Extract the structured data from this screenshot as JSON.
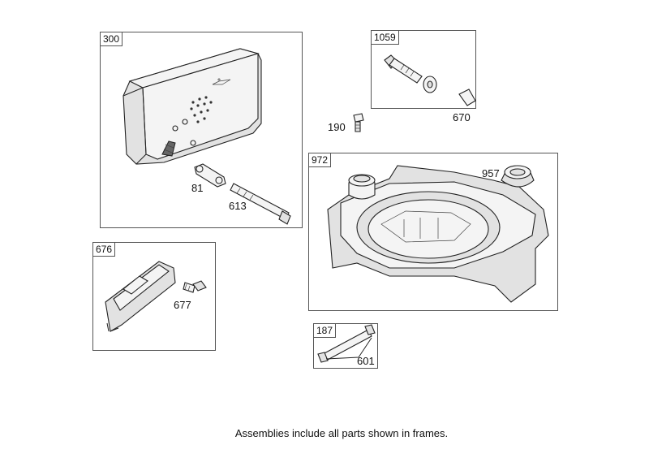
{
  "frames": [
    {
      "tag": "300"
    },
    {
      "tag": "1059"
    },
    {
      "tag": "972"
    },
    {
      "tag": "676"
    },
    {
      "tag": "187"
    }
  ],
  "callouts": {
    "p81": "81",
    "p613": "613",
    "p190": "190",
    "p670": "670",
    "p957": "957",
    "p677": "677",
    "p601": "601"
  },
  "footer_note": "Assemblies include all parts shown in frames."
}
